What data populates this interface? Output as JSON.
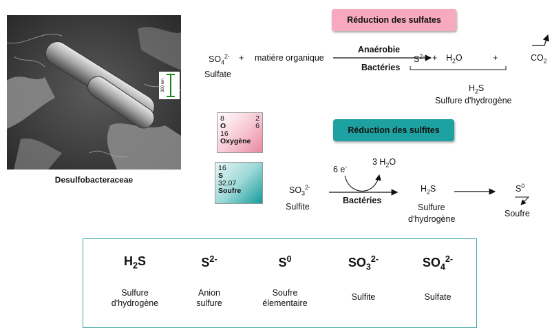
{
  "photo": {
    "caption": "Desulfobacteraceae",
    "scale_label": "300 nm"
  },
  "sulfate_reduction": {
    "title": "Réduction des sulfates",
    "reactant_main": "SO",
    "reactant_sub": "4",
    "reactant_sup": "2-",
    "reactant_plus": "+",
    "reactant_name": "Sulfate",
    "organic": "matière organique",
    "arrow_top": "Anaérobie",
    "arrow_bottom": "Bactéries",
    "product_s": "S",
    "product_s_sup": "2-",
    "plus1": "+",
    "product_water_a": "H",
    "product_water_sub": "2",
    "product_water_b": "O",
    "plus2": "+",
    "product_co2_a": "CO",
    "product_co2_sub": "2",
    "combined_a": "H",
    "combined_sub": "2",
    "combined_b": "S",
    "combined_name": "Sulfure d'hydrogène"
  },
  "elements": {
    "oxygen": {
      "number": "8",
      "shell1": "2",
      "shell2": "6",
      "symbol": "O",
      "mass": "16",
      "name": "Oxygène"
    },
    "sulfur": {
      "number": "16",
      "symbol": "S",
      "mass": "32.07",
      "name": "Soufre"
    }
  },
  "sulfite_reduction": {
    "title": "Réduction des sulfites",
    "electrons_a": "6 e",
    "electrons_sup": "-",
    "water_a": "3 H",
    "water_sub": "2",
    "water_b": "O",
    "reactant_main": "SO",
    "reactant_sub": "3",
    "reactant_sup": "2-",
    "reactant_name": "Sulfite",
    "arrow_bottom": "Bactéries",
    "product_a": "H",
    "product_sub": "2",
    "product_b": "S",
    "product_name_1": "Sulfure",
    "product_name_2": "d'hydrogène",
    "final_main": "S",
    "final_sup": "0",
    "final_name": "Soufre"
  },
  "legend": [
    {
      "main": "H",
      "sub": "2",
      "tail": "S",
      "sup": "",
      "name1": "Sulfure",
      "name2": "d'hydrogène"
    },
    {
      "main": "S",
      "sub": "",
      "tail": "",
      "sup": "2-",
      "name1": "Anion",
      "name2": "sulfure"
    },
    {
      "main": "S",
      "sub": "",
      "tail": "",
      "sup": "0",
      "name1": "Soufre",
      "name2": "élementaire"
    },
    {
      "main": "SO",
      "sub": "3",
      "tail": "",
      "sup": "2-",
      "name1": "Sulfite",
      "name2": ""
    },
    {
      "main": "SO",
      "sub": "4",
      "tail": "",
      "sup": "2-",
      "name1": "Sulfate",
      "name2": ""
    }
  ]
}
